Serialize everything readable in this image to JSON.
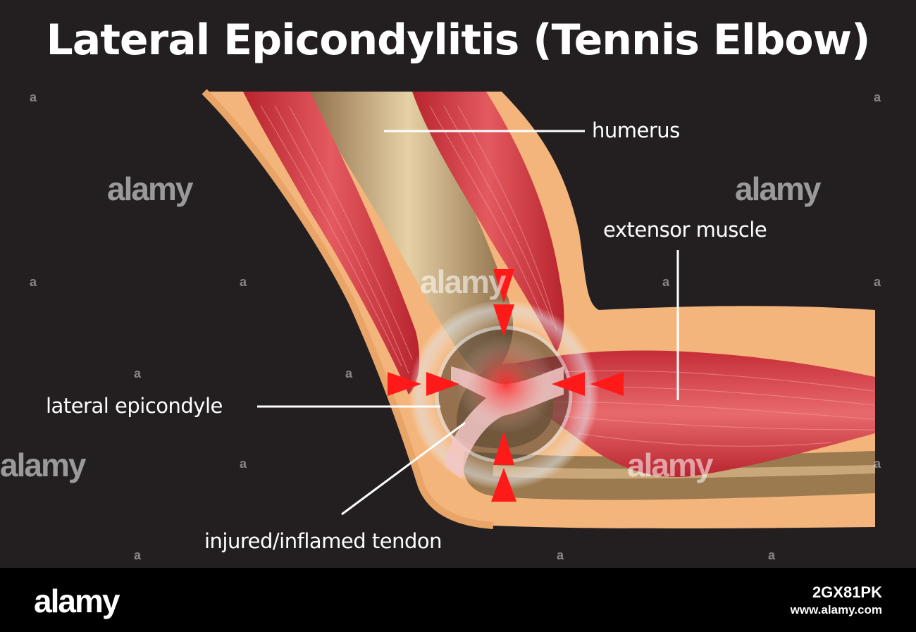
{
  "diagram": {
    "title": "Lateral Epicondylitis (Tennis Elbow)",
    "labels": {
      "humerus": "humerus",
      "extensor_muscle": "extensor muscle",
      "lateral_epicondyle": "lateral epicondyle",
      "injured_tendon": "injured/inflamed tendon"
    },
    "colors": {
      "background": "#231f20",
      "skin": "#f2b37a",
      "bone": "#c9a77a",
      "muscle": "#d9414a",
      "arrow": "#ff1a1a"
    }
  },
  "watermark": {
    "brand": "alamy",
    "icon": "a"
  },
  "footer": {
    "logo": "alamy",
    "image_id": "2GX81PK",
    "url": "www.alamy.com"
  }
}
